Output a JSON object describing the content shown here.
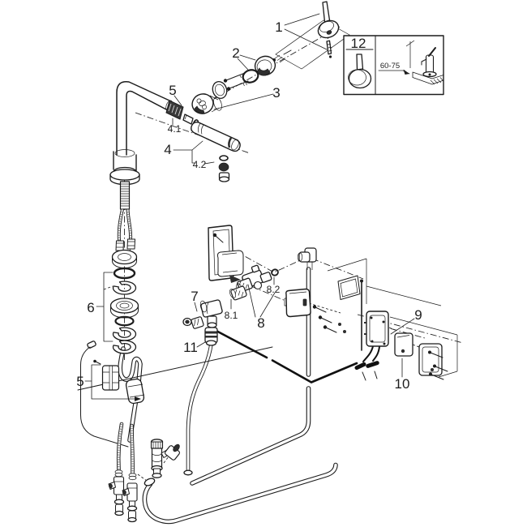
{
  "diagram": {
    "background_color": "#ffffff",
    "line_color": "#1c1c1c",
    "dark_fill_color": "#2e2e2e",
    "braid_color": "#8f8f8f",
    "callouts": {
      "c1": "1",
      "c2": "2",
      "c3": "3",
      "c4": "4",
      "c4_1": "4.1",
      "c4_2": "4.2",
      "c5_top": "5",
      "c5_bottom": "5",
      "c6": "6",
      "c7": "7",
      "c8": "8",
      "c8_1": "8.1",
      "c8_2": "8.2",
      "c9": "9",
      "c10": "10",
      "c11": "11"
    },
    "detail_box": {
      "tool_callout": "12",
      "dimension_label": "60-75"
    }
  }
}
